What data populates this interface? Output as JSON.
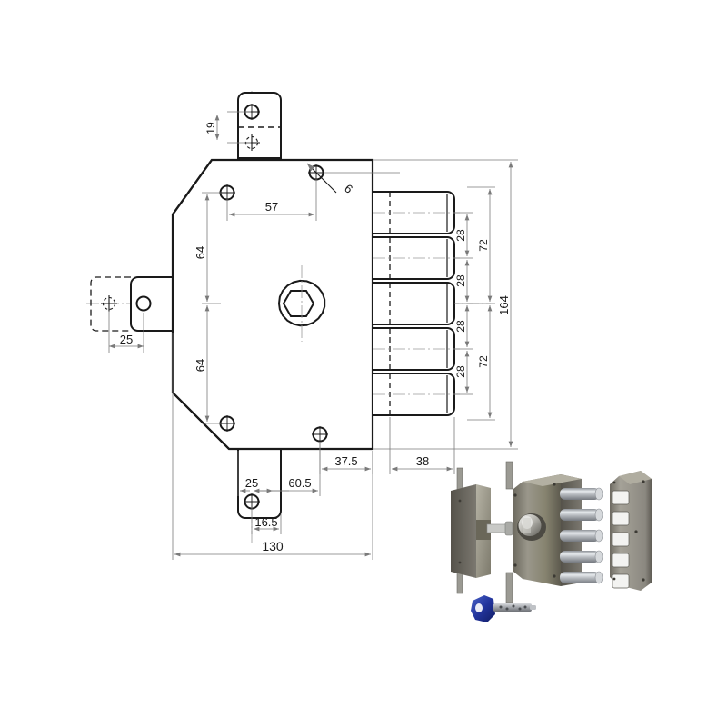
{
  "drawing": {
    "type": "mechanical-engineering-drawing",
    "subject": "Triple-bolt rim deadlock / armoured door lock",
    "units": "mm",
    "background_color": "#ffffff",
    "line_color": "#1a1a1a",
    "dimension_line_color": "#7a7a7a",
    "centerline_color": "#9a9a9a"
  },
  "dimensions": {
    "top_tab_height": "19",
    "hole_spacing_horizontal": "57",
    "hole_diameter_callout": "6",
    "upper_vertical": "64",
    "lower_vertical": "64",
    "left_tab_width": "25",
    "bottom_tab_width": "25",
    "bottom_hole_offset": "16.5",
    "backset": "37.5",
    "bolt_projection": "38",
    "center_to_edge": "60.5",
    "overall_width": "130",
    "bolt_pitch_1": "28",
    "bolt_pitch_2": "28",
    "bolt_pitch_3": "28",
    "bolt_pitch_4": "28",
    "bolt_group_upper": "72",
    "bolt_group_lower": "72",
    "overall_bolt_span": "164"
  },
  "features": {
    "bolt_count": 5,
    "cylinder_label": "hexagonal-cam-cylinder",
    "fixing_holes": 4,
    "mounting_tabs": 3
  },
  "photo": {
    "caption_parts": [
      "left-cover-plate",
      "lock-body-with-bolts",
      "strike-plate",
      "key"
    ],
    "key_bow_color": "#2b3f9e",
    "body_color": "#8d8a7e",
    "bolt_color": "#b9bcc0",
    "strike_slots": 5
  }
}
